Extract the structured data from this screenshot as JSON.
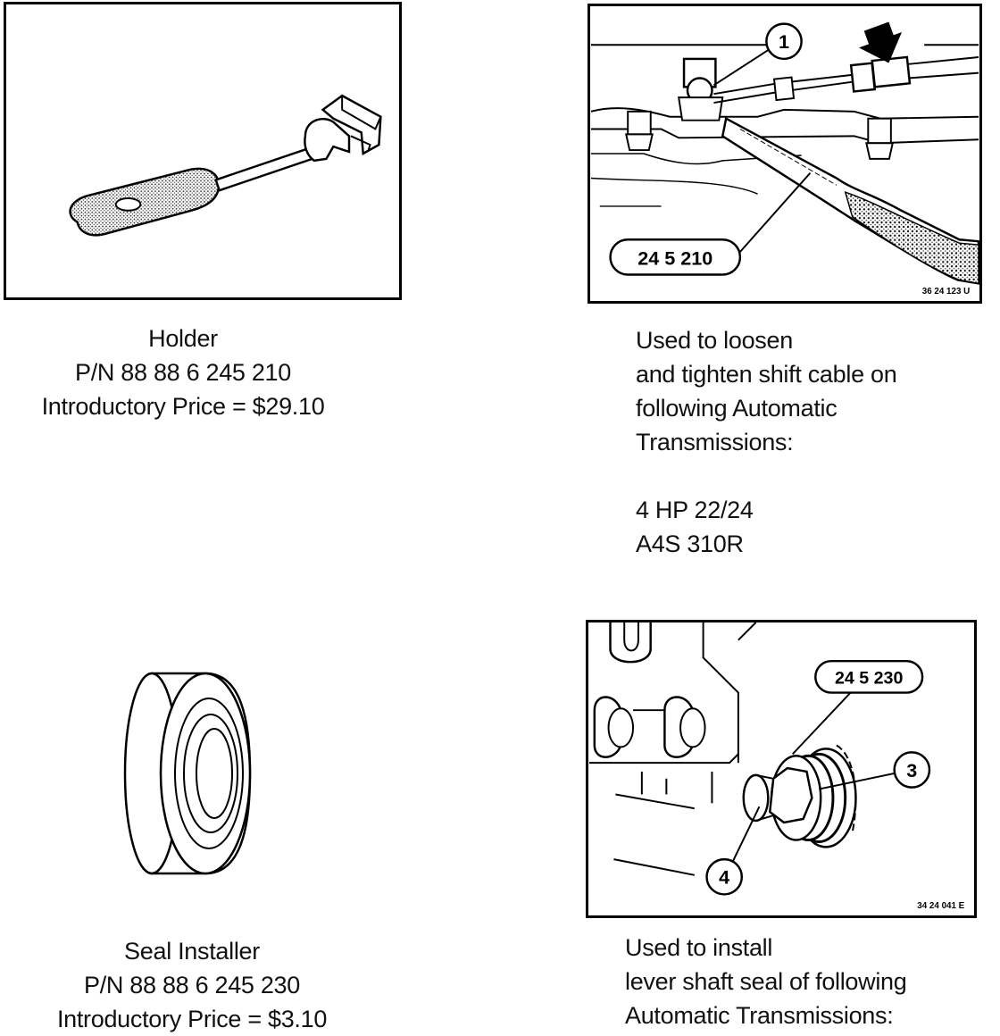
{
  "items": [
    {
      "name": "Holder",
      "part_number": "P/N 88 88 6 245 210",
      "price": "Introductory Price = $29.10",
      "usage": {
        "lines": [
          "Used to loosen",
          "and tighten shift cable on",
          "following Automatic",
          "Transmissions:"
        ],
        "transmissions": [
          "4 HP 22/24",
          "A4S 310R"
        ]
      },
      "figure": {
        "tool_callout": "24 5 210",
        "item_callout": "1",
        "code": "36 24 123 U"
      }
    },
    {
      "name": "Seal Installer",
      "part_number": "P/N 88 88 6 245 230",
      "price": "Introductory Price = $3.10",
      "usage": {
        "lines": [
          "Used to install",
          "lever shaft seal of following",
          "Automatic Transmissions:"
        ]
      },
      "figure": {
        "tool_callout": "24 5 230",
        "item_callout_a": "3",
        "item_callout_b": "4",
        "code": "34 24 041 E"
      }
    }
  ]
}
